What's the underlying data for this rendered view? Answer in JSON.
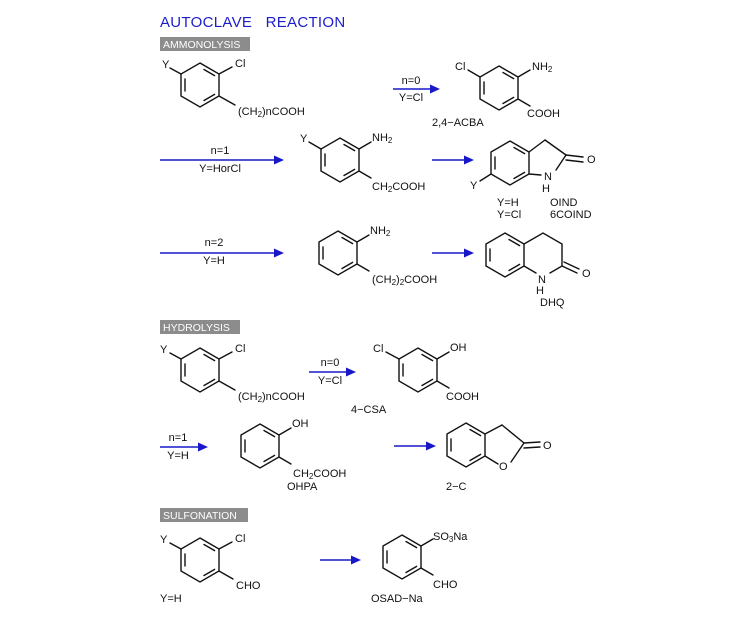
{
  "title": "AUTOCLAVE   REACTION",
  "colors": {
    "title": "#1c1ccc",
    "arrow": "#1818c8",
    "section_bg": "#8c8c8c",
    "bond": "#111111"
  },
  "sections": {
    "ammonolysis": "AMMONOLYSIS",
    "hydrolysis": "HYDROLYSIS",
    "sulfonation": "SULFONATION"
  },
  "atoms": {
    "Y": "Y",
    "Cl": "Cl",
    "NH2": "NH",
    "NH2_sub": "2",
    "OH": "OH",
    "O": "O",
    "N": "N",
    "H": "H",
    "COOH": "COOH",
    "CHO": "CHO",
    "SO3Na": "SO",
    "SO3Na_sub": "3",
    "SO3Na_tail": "Na",
    "chain_n": "(CH",
    "chain_n_sub": "2",
    "chain_n_tail": ")nCOOH",
    "chain_2": "(CH",
    "chain_2_sub": "2",
    "chain_2_tail": ")",
    "chain_2_sub2": "2",
    "chain_2_end": "COOH",
    "ch2cooh": "CH",
    "ch2cooh_sub": "2",
    "ch2cooh_tail": "COOH"
  },
  "conditions": {
    "amm_n0_top": "n=0",
    "amm_n0_bottom": "Y=Cl",
    "amm_n1_top": "n=1",
    "amm_n1_bottom": "Y=HorCl",
    "amm_n2_top": "n=2",
    "amm_n2_bottom": "Y=H",
    "hyd_n0_top": "n=0",
    "hyd_n0_bottom": "Y=Cl",
    "hyd_n1_top": "n=1",
    "hyd_n1_bottom": "Y=H"
  },
  "captions": {
    "acba": "2,4−ACBA",
    "oind_y": "Y=H",
    "oind": "OIND",
    "coind_y": "Y=Cl",
    "coind": "6COIND",
    "dhq": "DHQ",
    "csa": "4−CSA",
    "ohpa": "OHPA",
    "c2": "2−C",
    "sulf_y": "Y=H",
    "osad": "OSAD−Na"
  }
}
